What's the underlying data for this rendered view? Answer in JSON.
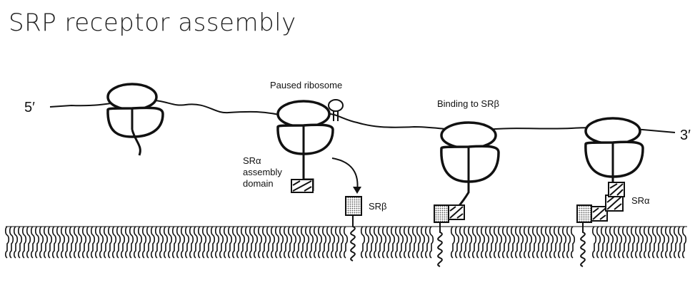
{
  "title": "SRP receptor assembly",
  "mrna": {
    "five_prime": "5′",
    "three_prime": "3′"
  },
  "labels": {
    "paused_ribosome": "Paused ribosome",
    "binding": "Binding to SRβ",
    "sr_alpha_line1": "SRα",
    "sr_alpha_line2": "assembly",
    "sr_alpha_line3": "domain",
    "sr_beta": "SRβ",
    "sr_alpha": "SRα"
  },
  "colors": {
    "ink": "#111111",
    "stipple": "#b5b5b5"
  }
}
